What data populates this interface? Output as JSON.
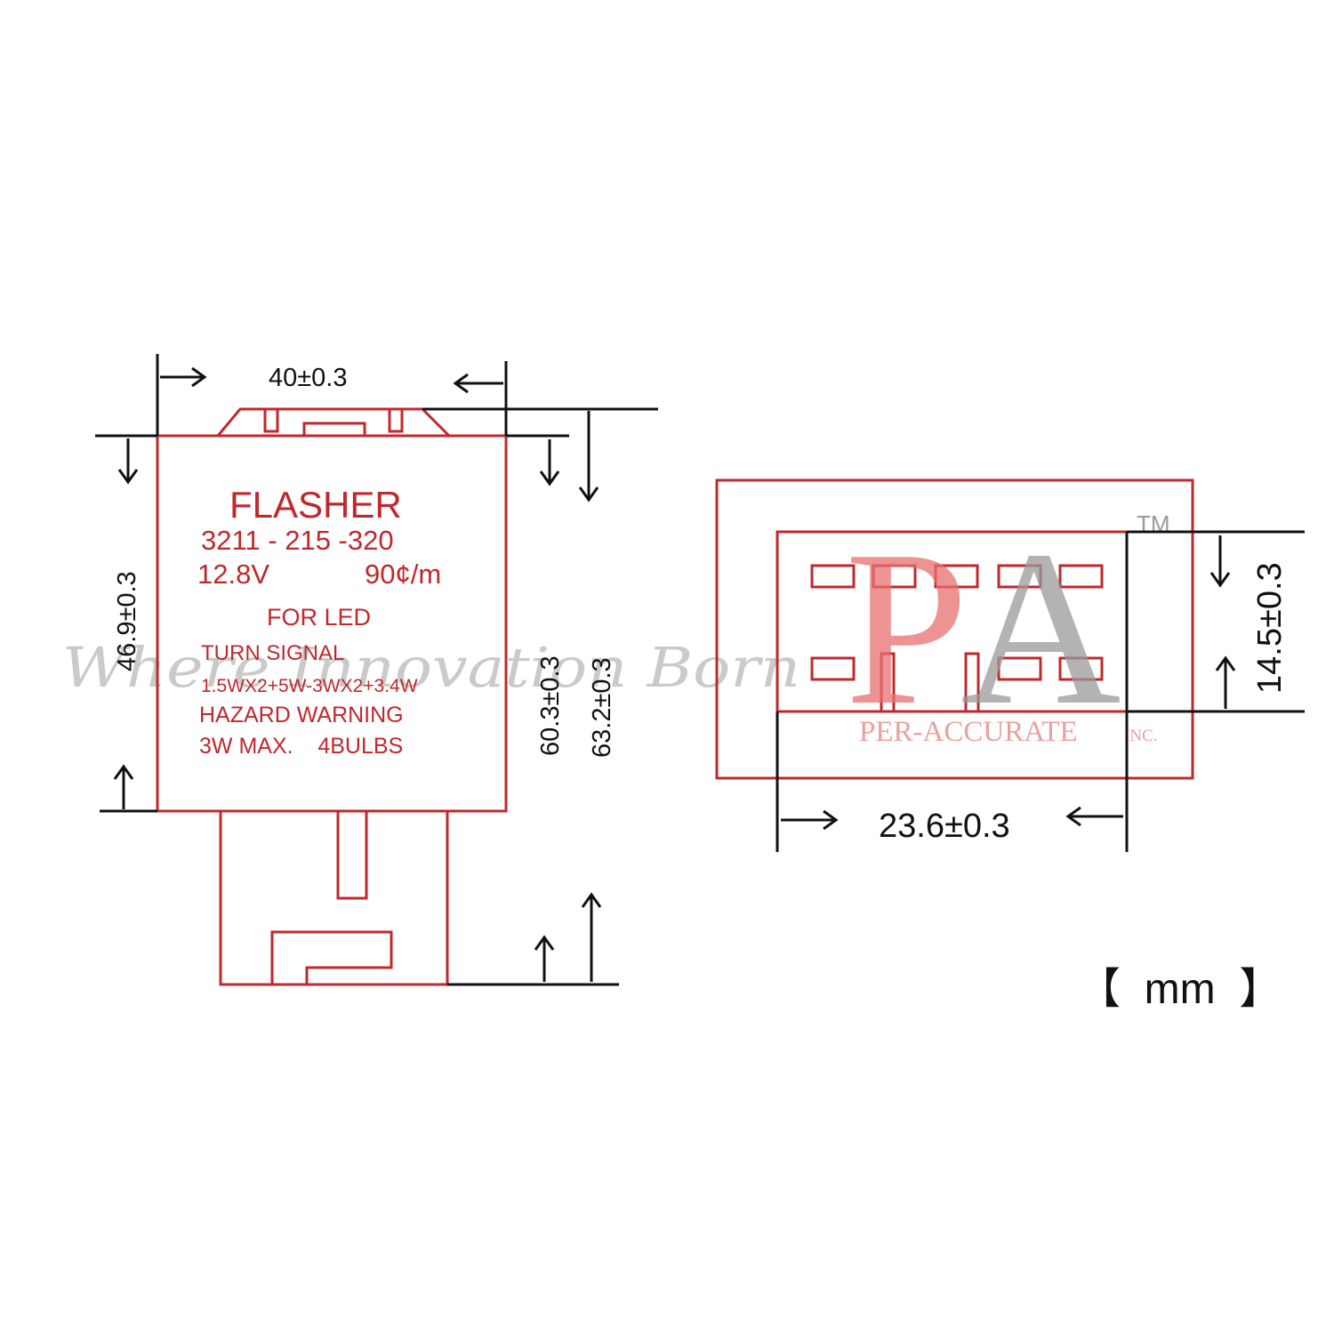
{
  "colors": {
    "outline": "#c0282d",
    "dimension": "#111111",
    "watermark": "#bdbdbd",
    "logo_p": "#e86f6f",
    "logo_a": "#9a9a9a"
  },
  "label": {
    "title": "FLASHER",
    "part_number": "3211 - 215 -320",
    "voltage": "12.8V",
    "rate": "90¢/m",
    "for_led": "FOR LED",
    "turn_signal": "TURN SIGNAL",
    "wattage": "1.5WX2+5W-3WX2+3.4W",
    "hazard": "HAZARD WARNING",
    "max": "3W MAX.    4BULBS"
  },
  "dimensions": {
    "width_top": "40±0.3",
    "height_body": "46.9±0.3",
    "height_mid": "60.3±0.3",
    "height_total": "63.2±0.3",
    "connector_width": "23.6±0.3",
    "connector_height": "14.5±0.3"
  },
  "unit": "【  mm  】",
  "watermark": {
    "tagline": "Where Innovation Born",
    "logo_p": "P",
    "logo_a": "A",
    "tm": "TM",
    "company": "PER-ACCURATE",
    "suffix": "INC."
  }
}
